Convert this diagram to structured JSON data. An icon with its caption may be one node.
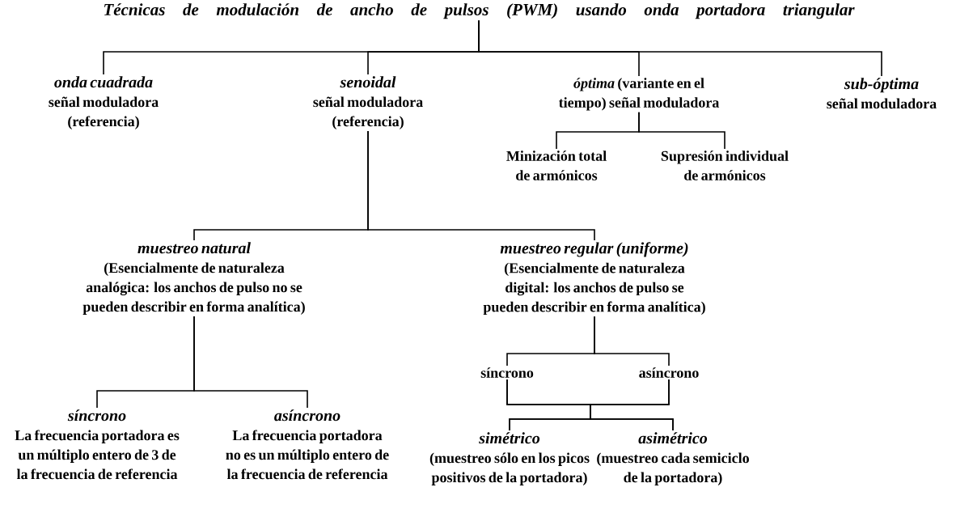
{
  "diagram": {
    "nodes": [
      {
        "text": [
          "Técnicas de modulación de ancho de pulsos (PWM) usando onda portadora triangular"
        ]
      },
      {
        "text": [
          "onda cuadrada",
          "señal moduladora (referencia)"
        ]
      },
      {
        "text": [
          "senoidal",
          "señal moduladora (referencia)"
        ]
      },
      {
        "text": [
          "*óptima* (variante en el tiempo) señal moduladora"
        ]
      },
      {
        "text": [
          "sub-óptima",
          "señal moduladora"
        ]
      },
      {
        "text": [
          "Minización total de armónicos"
        ]
      },
      {
        "text": [
          "Supresión individual de armónicos"
        ]
      },
      {
        "text": [
          "muestreo natural",
          "(Esencialmente de naturaleza analógica: los anchos de pulso no se pueden describir en forma analítica)"
        ]
      },
      {
        "text": [
          "muestreo regular (uniforme)",
          "(Esencialmente de naturaleza digital: los anchos de pulso se pueden describir en forma analítica)"
        ]
      },
      {
        "text": [
          "síncrono",
          "La frecuencia portadora es un múltiplo entero de 3 de la frecuencia de referencia"
        ]
      },
      {
        "text": [
          "asíncrono",
          "La frecuencia portadora no es un múltiplo entero de la frecuencia de referencia"
        ]
      },
      {
        "text": [
          "síncrono"
        ]
      },
      {
        "text": [
          "asíncrono"
        ]
      },
      {
        "text": [
          "simétrico",
          "(muestreo sólo en los picos positivos de la portadora)"
        ]
      },
      {
        "text": [
          "asimétrico",
          "(muestreo cada semiciclo de la portadora)"
        ]
      }
    ],
    "edges": [
      {
        "from": 0,
        "to": 1,
        "arrow": "none"
      },
      {
        "from": 0,
        "to": 2,
        "arrow": "none"
      },
      {
        "from": 0,
        "to": 3,
        "arrow": "none"
      },
      {
        "from": 0,
        "to": 4,
        "arrow": "none"
      },
      {
        "from": 3,
        "to": 5,
        "arrow": "none"
      },
      {
        "from": 3,
        "to": 6,
        "arrow": "none"
      },
      {
        "from": 2,
        "to": 7,
        "arrow": "none"
      },
      {
        "from": 2,
        "to": 8,
        "arrow": "none"
      },
      {
        "from": 7,
        "to": 9,
        "arrow": "none"
      },
      {
        "from": 7,
        "to": 10,
        "arrow": "none"
      },
      {
        "from": 8,
        "to": 11,
        "arrow": "none"
      },
      {
        "from": 8,
        "to": 12,
        "arrow": "none"
      },
      {
        "from": 11,
        "to": 13,
        "arrow": "none"
      },
      {
        "from": 11,
        "to": 14,
        "arrow": "none"
      },
      {
        "from": 12,
        "to": 13,
        "arrow": "none"
      },
      {
        "from": 12,
        "to": 14,
        "arrow": "none"
      }
    ]
  }
}
